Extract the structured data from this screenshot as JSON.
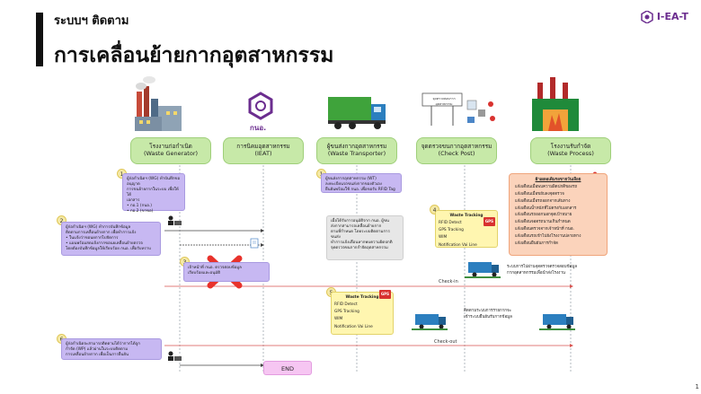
{
  "header": {
    "subtitle": "ระบบฯ ติดตาม",
    "title": "การเคลื่อนย้ายกากอุตสาหกรรม",
    "logo_text": "I-EA-T",
    "page_number": "1"
  },
  "lanes": [
    {
      "th": "โรงงานก่อกำเนิด",
      "en": "(Waste Generator)"
    },
    {
      "th": "การนิคมอุตสาหกรรม",
      "en": "(IEAT)"
    },
    {
      "th": "ผู้ขนส่งกากอุตสาหกรรม",
      "en": "(Waste Transporter)"
    },
    {
      "th": "จุดตรวจขนกากอุตสาหกรรม",
      "en": "(Check Post)"
    },
    {
      "th": "โรงงานรับกำจัด",
      "en": "(Waste Process)"
    }
  ],
  "steps": {
    "s1": "1",
    "s2": "2",
    "s3": "3",
    "s4": "4",
    "s5": "5",
    "s6": "6",
    "s1b": "1"
  },
  "notes": {
    "n1_lines": [
      "ผู้ก่อกำเนิดฯ (WG) ทำบันทึกขออนุญาต",
      "การขนย้ายกากในระบบ เพื่อให้ได้",
      "เอกสาร",
      "• กอ.1 (กนอ.)",
      "• กอ.2 (ขาขอ)"
    ],
    "n2_lines": [
      "ผู้ก่อกำเนิดฯ (WG) ทำการบันทึกข้อมูล",
      "ติดตามการเคลื่อนย้ายกาก เพื่อทำการแจ้ง",
      "• ในแจ้งว่าขอนยกากไปจัดการ",
      "• แผนพร้อมสดแจ้งกากขอนยเคลื่อนย้ายตรวจ",
      "โดยต้องบันทึกข้อมูลให้เรียบร้อย กนอ. เพื่อรับทราบ"
    ],
    "n3_lines": [
      "เจ้าหน้าที่ กนอ. ตรวจสอบข้อมูล",
      "เรียบร้อยและอนุมัติ"
    ],
    "n6_lines": [
      "ผู้ก่อกำเนิดจะสามารถติดตามได้ว่ากากได้ถูก",
      "กำจัด (WP) แล้วผ่านในระบบติดตาม",
      "การเคลื่อนย้ายกาก เพื่อเป็นการยืนยัน"
    ],
    "t1_lines": [
      "ผู้ขนส่งกากอุตสาหกรรม (WT)",
      "ลงทะเบียนรถขนส่งกากของตัวเอง",
      "ยืนยันพร้อมใช้ กนอ. เพื่อขอรับ RFID Tag"
    ],
    "t2_lines": [
      "เมื่อได้รับการอนุมัติจาก กนอ. ผู้ขน",
      "ส่งกากสามารถเคลื่อนย้ายกาก",
      "ตามที่กำหนด โดยระบบติดตามการขนส่ง",
      "ทำการแจ้งเตือนหากพบความผิดปกติ",
      "จุดตรวจขนกากกำจัดอุตสาหกรรม"
    ],
    "wp_title": "ผ้าเผลอเดิมรอขายวันเลือย",
    "wp_lines": [
      "แจ้งเตือนเมื่อพบความผิดปกติของรถ",
      "แจ้งเตือนเมื่อขยับลงจุดตรวจ",
      "แจ้งเตือนเมื่อรถออกจากเส้นทาง",
      "แจ้งเตือนน้ำหนักที่ไม่ตรงกับเอกสาร",
      "แจ้งเตือนรถออกนอกจุดเป้าหมาย",
      "แจ้งเตือนจอดรถนานเกินกำหนด",
      "แจ้งเตือนตรวจจากเจ้าหน้าที่ กนอ.",
      "แจ้งเตือนรถเข้าไปยังโรงงานปลายทาง",
      "แจ้งเตือนยืนยันการกำจัด"
    ],
    "cp_info_lines": [
      "ระบบการไปผ่านจุดตรวจตรวจสอบข้อมูล",
      "กากอุตสาหกรรมเพื่อนำส่งโรงงาน"
    ],
    "cp_info2_lines": [
      "ติดตามระบบการรายกากจะ",
      "เข้าระบบยืนยันรับกากข้อมูล"
    ]
  },
  "tracking": {
    "title": "Waste Tracking",
    "items": [
      "RFID Detect",
      "GPS Tracking",
      "WIM",
      "Notification Vai Line"
    ],
    "gps_badge": "GPS"
  },
  "labels": {
    "checkin": "Check-in",
    "checkout": "Check-out",
    "end": "END",
    "checkpost_sign": "จุดตรวจสอบกากอุตสาหกรรม"
  },
  "colors": {
    "lane_head": "#c7e9a8",
    "note": "#c7b8f2",
    "arrow": "#d9534f",
    "end": "#f6c6f2",
    "peach": "#fbd3bb"
  }
}
